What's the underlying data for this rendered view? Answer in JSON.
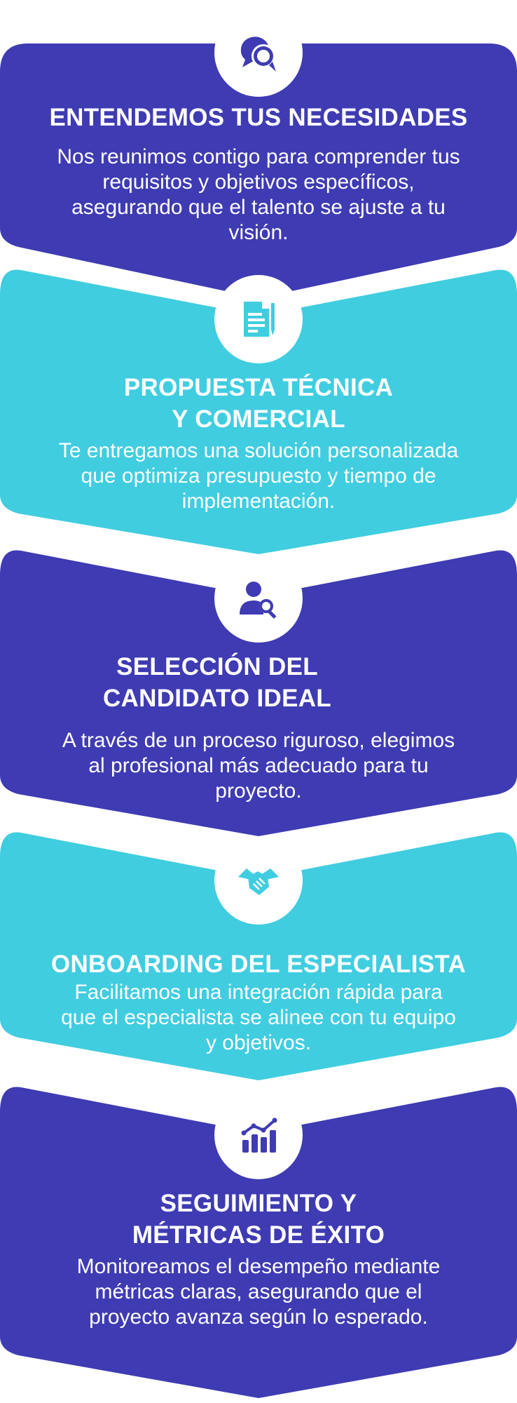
{
  "colors": {
    "purple": "#3f3bb3",
    "cyan": "#40cde0",
    "white": "#ffffff"
  },
  "steps": [
    {
      "icon": "chat-bubbles-icon",
      "title": "ENTENDEMOS TUS NECESIDADES",
      "description": "Nos reunimos contigo para comprender tus\nrequisitos y objetivos específicos,\nasegurando que el talento se ajuste a tu\nvisión."
    },
    {
      "icon": "document-icon",
      "title": "PROPUESTA TÉCNICA\nY COMERCIAL",
      "description": "Te entregamos una solución personalizada\nque optimiza presupuesto y tiempo de\nimplementación."
    },
    {
      "icon": "user-search-icon",
      "title": "SELECCIÓN DEL\nCANDIDATO IDEAL",
      "description": "A través de un proceso riguroso, elegimos\nal profesional más adecuado para tu\nproyecto."
    },
    {
      "icon": "handshake-icon",
      "title": "ONBOARDING DEL ESPECIALISTA",
      "description": "Facilitamos una integración rápida para\nque el especialista se alinee con tu equipo\ny objetivos."
    },
    {
      "icon": "growth-chart-icon",
      "title": "SEGUIMIENTO Y\nMÉTRICAS DE ÉXITO",
      "description": "Monitoreamos el desempeño mediante\nmétricas claras, asegurando que el\nproyecto avanza según lo esperado."
    }
  ]
}
